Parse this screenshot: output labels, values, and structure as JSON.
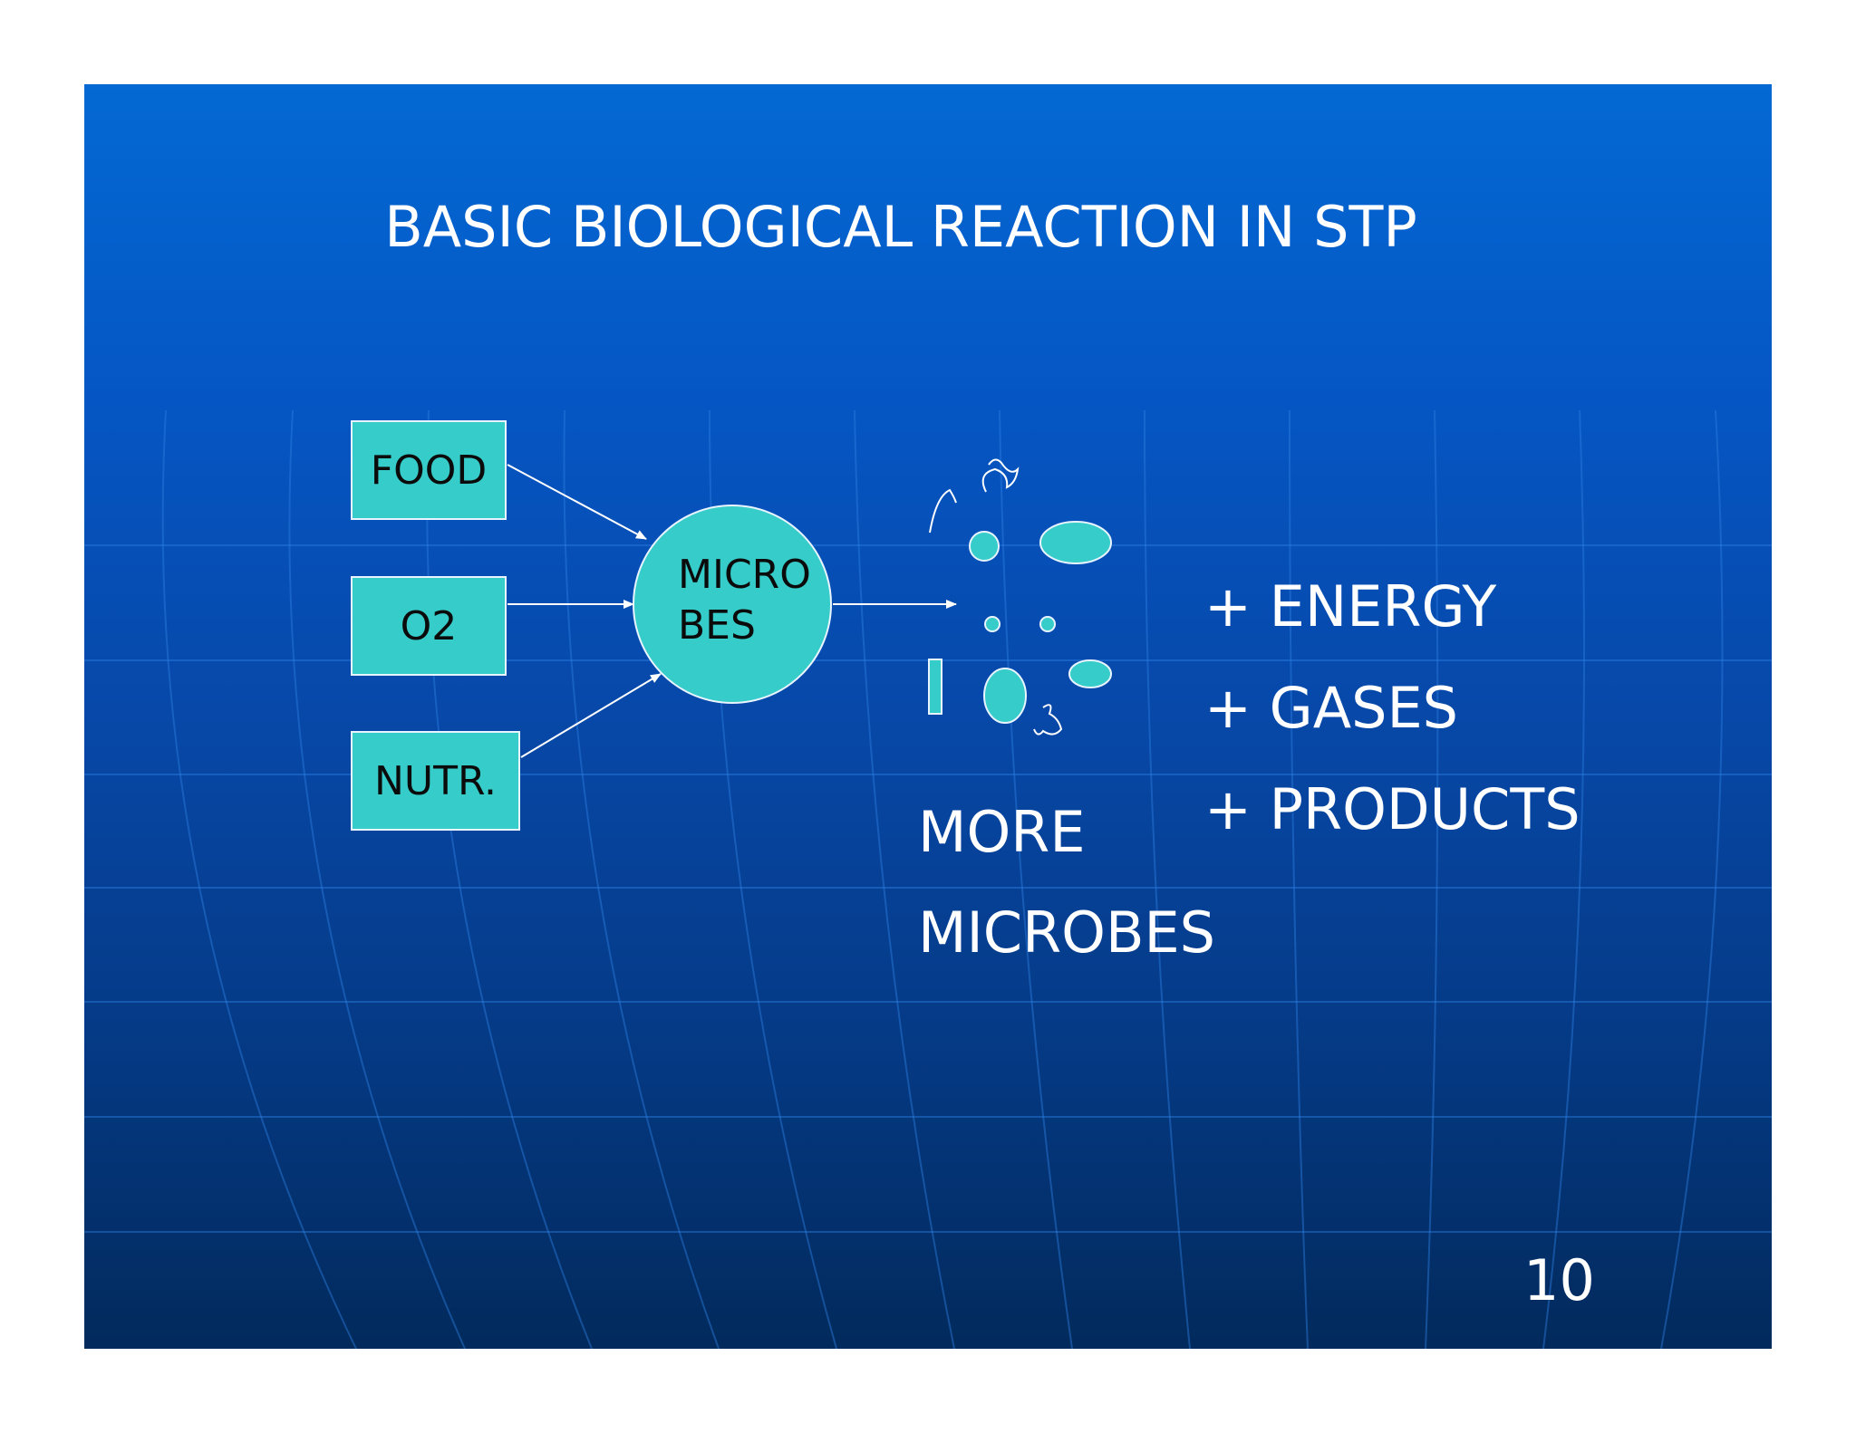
{
  "slide": {
    "title": "BASIC BIOLOGICAL REACTION IN STP",
    "page_number": "10"
  },
  "inputs": [
    {
      "label": "FOOD"
    },
    {
      "label": "O2"
    },
    {
      "label": "NUTR."
    }
  ],
  "microbe": {
    "line1": "MICRO",
    "line2": "BES"
  },
  "outputs": {
    "more": "MORE",
    "microbes": "MICROBES",
    "energy": "+ ENERGY",
    "gases": "+ GASES",
    "products": "+ PRODUCTS"
  },
  "colors": {
    "shape_fill": "#36ccc9",
    "background_top": "#0469d3",
    "background_bottom": "#022a5c",
    "text": "#ffffff"
  }
}
